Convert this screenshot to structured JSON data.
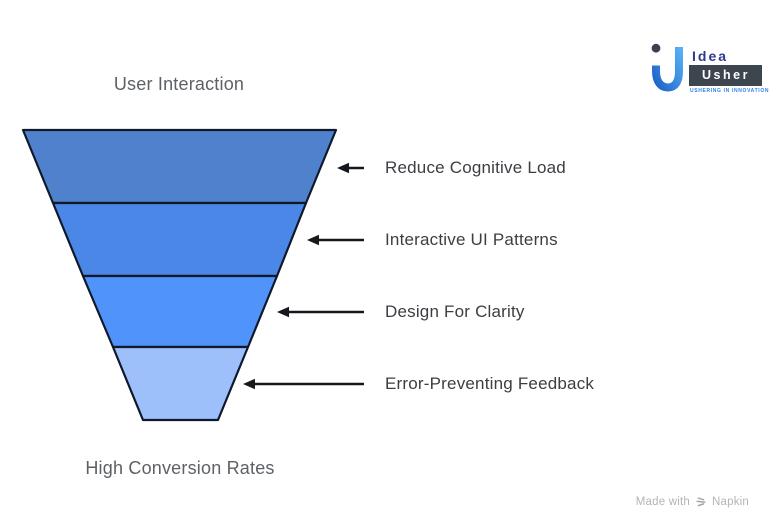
{
  "diagram": {
    "type": "funnel",
    "top_title": "User Interaction",
    "bottom_title": "High Conversion Rates",
    "title_color": "#5d6166",
    "label_color": "#3b3e42",
    "stroke_color": "#10192b",
    "arrow_color": "#15181d",
    "stages": [
      {
        "label": "Reduce Cognitive Load",
        "color": "#5081cd"
      },
      {
        "label": "Interactive UI Patterns",
        "color": "#4b87e6"
      },
      {
        "label": "Design For Clarity",
        "color": "#5094fb"
      },
      {
        "label": "Error-Preventing Feedback",
        "color": "#9dbffa"
      }
    ]
  },
  "logo": {
    "brand_word_1": "Idea",
    "brand_word_2": "Usher",
    "tagline": "USHERING IN INNOVATION",
    "navy": "#2c3a8e",
    "bar_color": "#3d454f",
    "dot_color": "#39424e",
    "accent_blue": "#2f80e9",
    "gradient_top": "#56b0f5",
    "gradient_bottom": "#1d63c9"
  },
  "footer": {
    "made_with": "Made with",
    "brand": "Napkin",
    "text_color": "#b4b4b9"
  }
}
